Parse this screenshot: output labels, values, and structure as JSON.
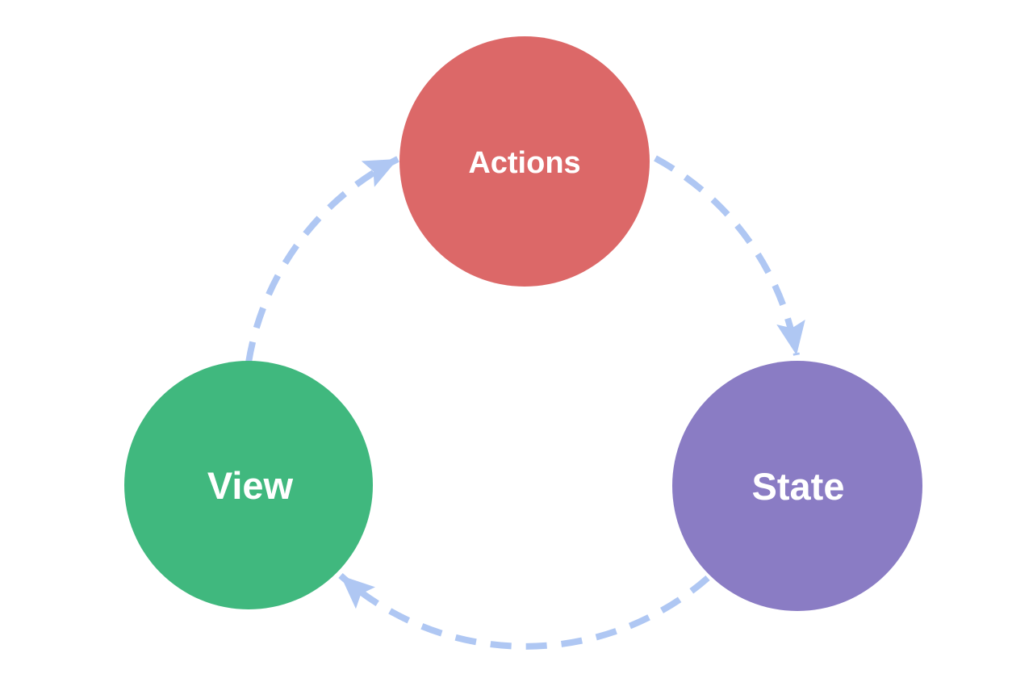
{
  "diagram": {
    "type": "cycle-flow-diagram",
    "nodes": [
      {
        "id": "actions",
        "label": "Actions",
        "color": "#dc6868",
        "shape": "circle"
      },
      {
        "id": "state",
        "label": "State",
        "color": "#8a7cc4",
        "shape": "circle"
      },
      {
        "id": "view",
        "label": "View",
        "color": "#40b87e",
        "shape": "circle"
      }
    ],
    "edges": [
      {
        "from": "actions",
        "to": "state",
        "style": "dashed-arrow"
      },
      {
        "from": "state",
        "to": "view",
        "style": "dashed-arrow"
      },
      {
        "from": "view",
        "to": "actions",
        "style": "dashed-arrow"
      }
    ],
    "arrow_color": "#afc7f3",
    "label_color": "#ffffff",
    "background_color": "#ffffff"
  }
}
